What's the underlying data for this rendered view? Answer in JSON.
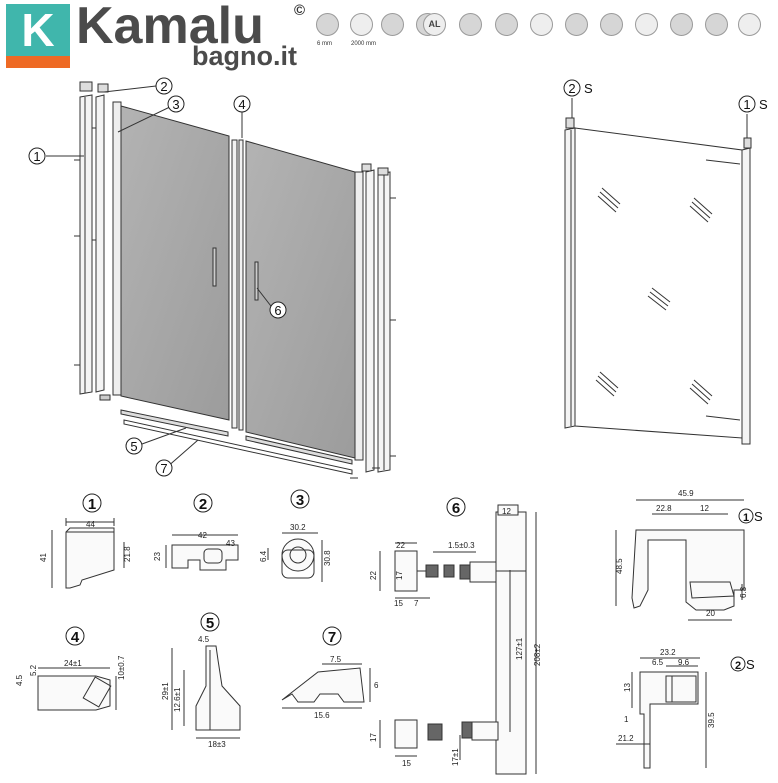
{
  "brand": {
    "logo_letter": "K",
    "name": "Kamalu",
    "copyright": "©",
    "domain": "bagno.it",
    "colors": {
      "teal": "#40b6ac",
      "orange": "#ee6a24",
      "text": "#4b4b4b"
    }
  },
  "feature_icons": [
    {
      "name": "glass-thickness-icon",
      "label": "6 mm"
    },
    {
      "name": "height-icon",
      "label": "2000 mm"
    },
    {
      "name": "reversible-icon",
      "label": ""
    },
    {
      "name": "door-opening-icon",
      "label": ""
    },
    {
      "name": "aluminium-icon",
      "label": "AL"
    },
    {
      "name": "easy-clean-icon",
      "label": ""
    },
    {
      "name": "rotation-icon",
      "label": ""
    },
    {
      "name": "hinge-icon",
      "label": ""
    },
    {
      "name": "magnetic-closure-icon",
      "label": ""
    },
    {
      "name": "adjustable-icon",
      "label": ""
    },
    {
      "name": "wall-profile-icon",
      "label": ""
    },
    {
      "name": "tempered-glass-icon",
      "label": ""
    },
    {
      "name": "anticalc-icon",
      "label": ""
    },
    {
      "name": "water-drop-icon",
      "label": ""
    }
  ],
  "callouts": {
    "c1": "1",
    "c2": "2",
    "c3": "3",
    "c4": "4",
    "c5": "5",
    "c6": "6",
    "c7": "7",
    "suffix": "S"
  },
  "details": {
    "d1": {
      "w": "44",
      "h": "41",
      "d": "21.8"
    },
    "d2": {
      "w": "42",
      "h": "23",
      "a": "43"
    },
    "d3": {
      "w": "30.2",
      "h": "30.8",
      "a": "6.4"
    },
    "d4": {
      "w": "24±1",
      "h": "10±0.7",
      "a": "4.5",
      "b": "5.2"
    },
    "d5": {
      "a": "4.5",
      "b": "29±1",
      "c": "12.6±1",
      "w": "18±3"
    },
    "d6": {
      "a": "22",
      "b": "1.5±0.3",
      "c": "12",
      "d": "22",
      "e": "17",
      "f": "15",
      "g": "7",
      "h": "127±1",
      "i": "208±2",
      "j": "17",
      "k": "15",
      "l": "17±1"
    },
    "d7": {
      "a": "7.5",
      "b": "6",
      "c": "15.6"
    },
    "p1": {
      "w": "45.9",
      "a": "22.8",
      "b": "12",
      "h": "48.5",
      "c": "6.3",
      "d": "20"
    },
    "p2": {
      "w": "23.2",
      "a": "6.5",
      "b": "9.6",
      "c": "13",
      "d": "1",
      "e": "39.5",
      "f": "21.2"
    }
  }
}
